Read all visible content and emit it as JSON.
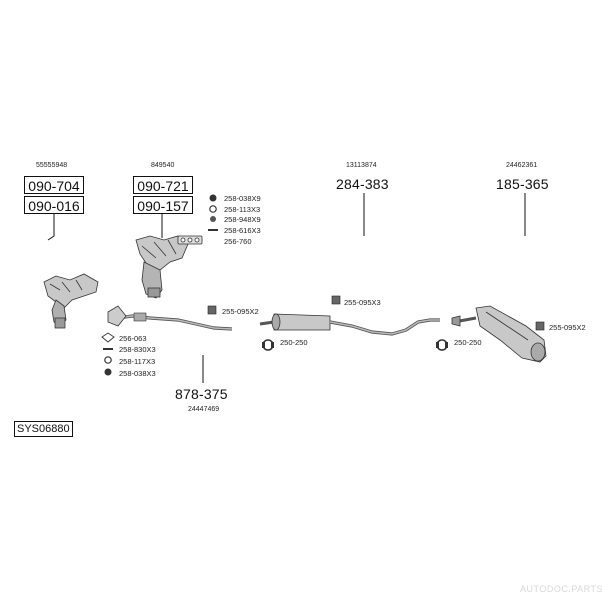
{
  "groups": {
    "manifold_a": {
      "oem": "55555948",
      "codes": [
        "090-704",
        "090-016"
      ]
    },
    "manifold_b": {
      "oem": "849540",
      "codes": [
        "090-721",
        "090-157"
      ],
      "parts": [
        "258-038X9",
        "258-113X3",
        "258-948X9",
        "258-616X3",
        "256-760"
      ]
    },
    "front_pipe": {
      "code": "878-375",
      "oem": "24447469",
      "parts": [
        "256-063",
        "258-830X3",
        "258-117X3",
        "258-038X3"
      ],
      "clamp": "255-095X2"
    },
    "middle": {
      "oem": "13113874",
      "code": "284-383",
      "clamp": "255-095X3",
      "hanger": "250-250"
    },
    "rear": {
      "oem": "24462361",
      "code": "185-365",
      "clamp": "255-095X2",
      "hanger": "250-250"
    }
  },
  "system_code": "SYS06880",
  "watermark": "AUTODOC.PARTS"
}
